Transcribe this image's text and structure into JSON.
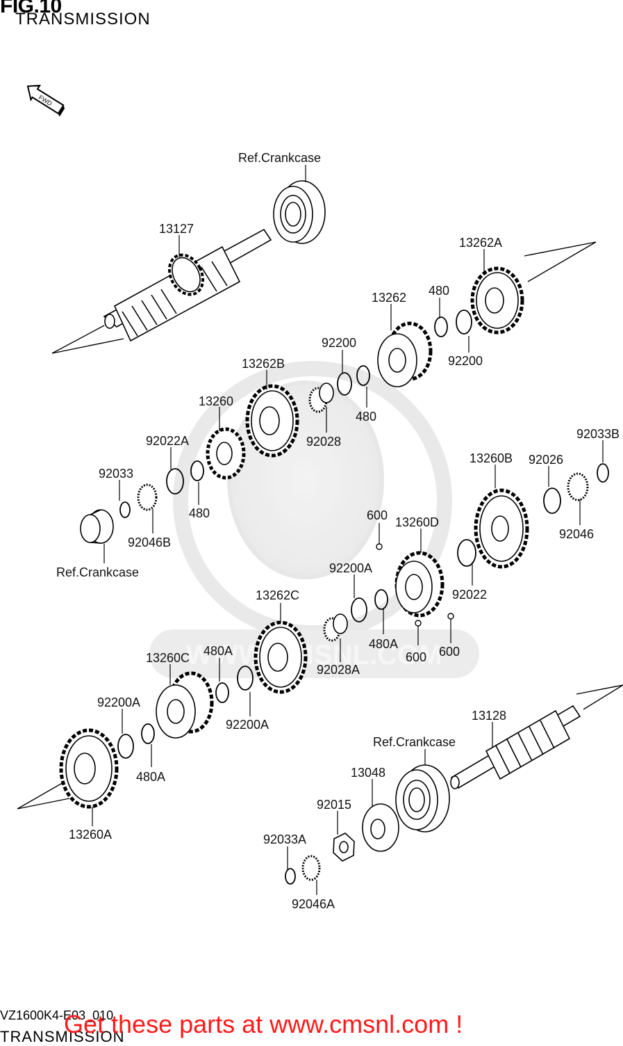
{
  "header": {
    "fig_number": "FIG.10",
    "title": "TRANSMISSION"
  },
  "direction_marker": {
    "text": "FWD",
    "icon": "fwd-arrow-icon"
  },
  "watermark": {
    "text": "WWW.CMSNL.COM",
    "icon": "cmsnl-logo-watermark"
  },
  "reference_labels": [
    "Ref.Crankcase",
    "Ref.Crankcase",
    "Ref.Crankcase"
  ],
  "part_labels": [
    "13127",
    "13262A",
    "480",
    "13262",
    "92200",
    "92200",
    "480",
    "13262B",
    "92028",
    "13260",
    "92022A",
    "92033",
    "480",
    "92046B",
    "92033B",
    "13260B",
    "92026",
    "92046",
    "600",
    "13260D",
    "92200A",
    "92022",
    "480A",
    "13262C",
    "600",
    "600",
    "92028A",
    "480A",
    "13260C",
    "92200A",
    "92200A",
    "480A",
    "13260A",
    "13128",
    "13048",
    "92015",
    "92033A",
    "92046A"
  ],
  "footer": {
    "drawing_code": "VZ1600K4-E03_010",
    "subtitle": "TRANSMISSION",
    "promo": "Get these parts at www.cmsnl.com !"
  }
}
